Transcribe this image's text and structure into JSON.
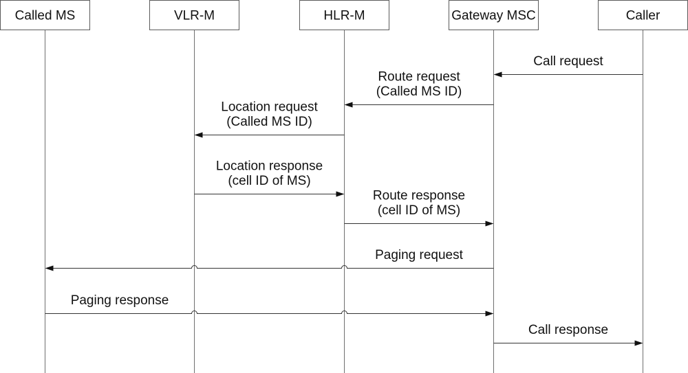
{
  "participants": [
    {
      "label": "Called MS"
    },
    {
      "label": "VLR-M"
    },
    {
      "label": "HLR-M"
    },
    {
      "label": "Gateway MSC"
    },
    {
      "label": "Caller"
    }
  ],
  "messages": [
    {
      "from": 4,
      "to": 3,
      "label_lines": [
        "Call request"
      ]
    },
    {
      "from": 3,
      "to": 2,
      "label_lines": [
        "Route request",
        "(Called MS ID)"
      ]
    },
    {
      "from": 2,
      "to": 1,
      "label_lines": [
        "Location request",
        "(Called MS ID)"
      ]
    },
    {
      "from": 1,
      "to": 2,
      "label_lines": [
        "Location response",
        "(cell ID of MS)"
      ]
    },
    {
      "from": 2,
      "to": 3,
      "label_lines": [
        "Route response",
        "(cell ID of MS)"
      ]
    },
    {
      "from": 3,
      "to": 0,
      "label_lines": [
        "Paging request"
      ]
    },
    {
      "from": 0,
      "to": 3,
      "label_lines": [
        "Paging response"
      ]
    },
    {
      "from": 3,
      "to": 4,
      "label_lines": [
        "Call response"
      ]
    }
  ]
}
